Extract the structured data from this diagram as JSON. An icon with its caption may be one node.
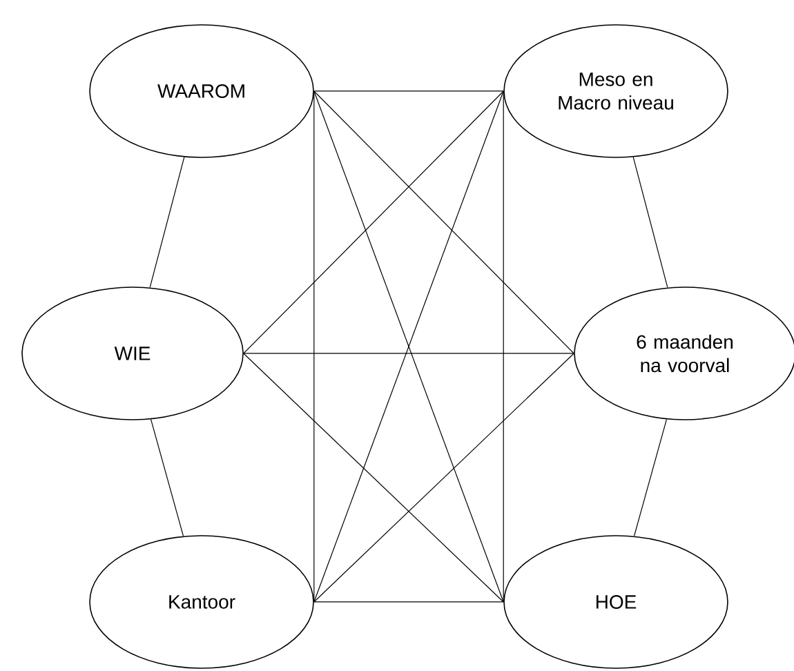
{
  "diagram": {
    "nodes": [
      {
        "text": [
          "WAAROM"
        ]
      },
      {
        "text": [
          "Meso en Macro niveau"
        ]
      },
      {
        "text": [
          "WIE"
        ]
      },
      {
        "text": [
          "6 maanden na voorval"
        ]
      },
      {
        "text": [
          "Kantoor"
        ]
      },
      {
        "text": [
          "HOE"
        ]
      }
    ],
    "edges": [
      {
        "from": 0,
        "to": 1,
        "arrow": "none"
      },
      {
        "from": 0,
        "to": 2,
        "arrow": "none"
      },
      {
        "from": 0,
        "to": 3,
        "arrow": "none"
      },
      {
        "from": 0,
        "to": 4,
        "arrow": "none"
      },
      {
        "from": 0,
        "to": 5,
        "arrow": "none"
      },
      {
        "from": 1,
        "to": 2,
        "arrow": "none"
      },
      {
        "from": 1,
        "to": 3,
        "arrow": "none"
      },
      {
        "from": 1,
        "to": 4,
        "arrow": "none"
      },
      {
        "from": 1,
        "to": 5,
        "arrow": "none"
      },
      {
        "from": 2,
        "to": 3,
        "arrow": "none"
      },
      {
        "from": 2,
        "to": 4,
        "arrow": "none"
      },
      {
        "from": 2,
        "to": 5,
        "arrow": "none"
      },
      {
        "from": 3,
        "to": 4,
        "arrow": "none"
      },
      {
        "from": 3,
        "to": 5,
        "arrow": "none"
      },
      {
        "from": 4,
        "to": 5,
        "arrow": "none"
      }
    ]
  }
}
